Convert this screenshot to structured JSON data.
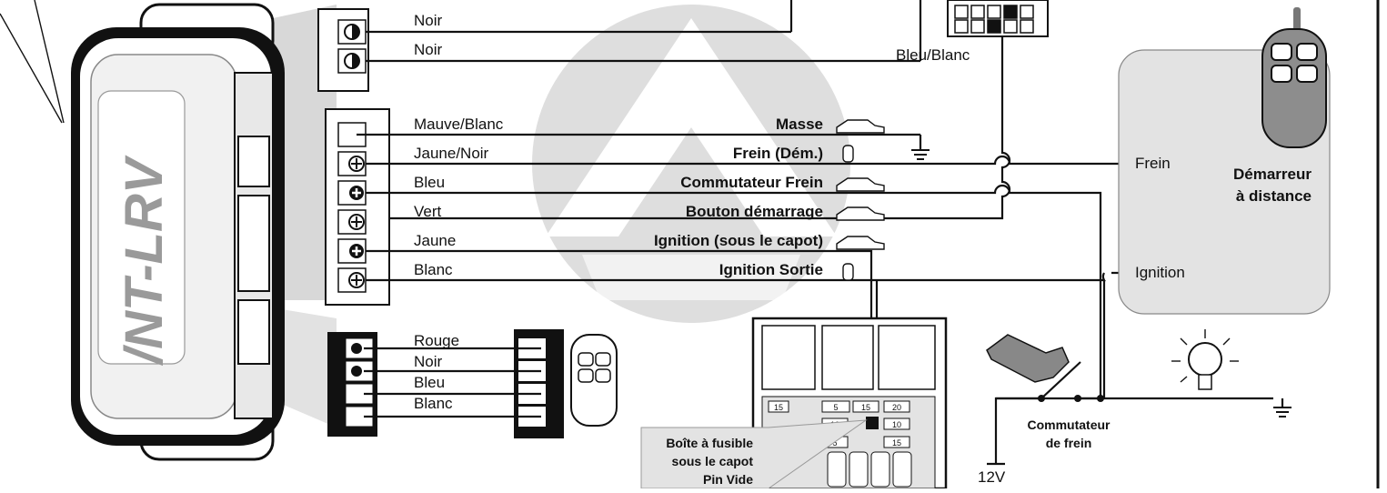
{
  "module": {
    "brand_text": "/NT-LRV"
  },
  "connector_top": {
    "wires": [
      "Noir",
      "Noir"
    ]
  },
  "connector_main": {
    "wires": [
      {
        "color": "Mauve/Blanc",
        "function": "Masse"
      },
      {
        "color": "Jaune/Noir",
        "function": "Frein (Dém.)"
      },
      {
        "color": "Bleu",
        "function": "Commutateur Frein"
      },
      {
        "color": "Vert",
        "function": "Bouton démarrage"
      },
      {
        "color": "Jaune",
        "function": "Ignition (sous le capot)"
      },
      {
        "color": "Blanc",
        "function": "Ignition Sortie"
      }
    ]
  },
  "connector_bottom": {
    "wires": [
      "Rouge",
      "Noir",
      "Bleu",
      "Blanc"
    ]
  },
  "top_connector_label": "Bleu/Blanc",
  "remote_starter": {
    "title_line1": "Démarreur",
    "title_line2": "à distance",
    "frein": "Frein",
    "ignition": "Ignition"
  },
  "fuse_box": {
    "line1": "Boîte à fusible",
    "line2": "sous le capot",
    "line3": "Pin Vide",
    "fuse_labels": [
      "15",
      "5",
      "15",
      "20",
      "10",
      "10",
      "5",
      "15"
    ]
  },
  "brake_switch": {
    "line1": "Commutateur",
    "line2": "de frein",
    "voltage": "12V"
  },
  "colors": {
    "ink": "#111111",
    "gray_box": "#e3e3e3",
    "watermark": "#dcdcdc"
  }
}
